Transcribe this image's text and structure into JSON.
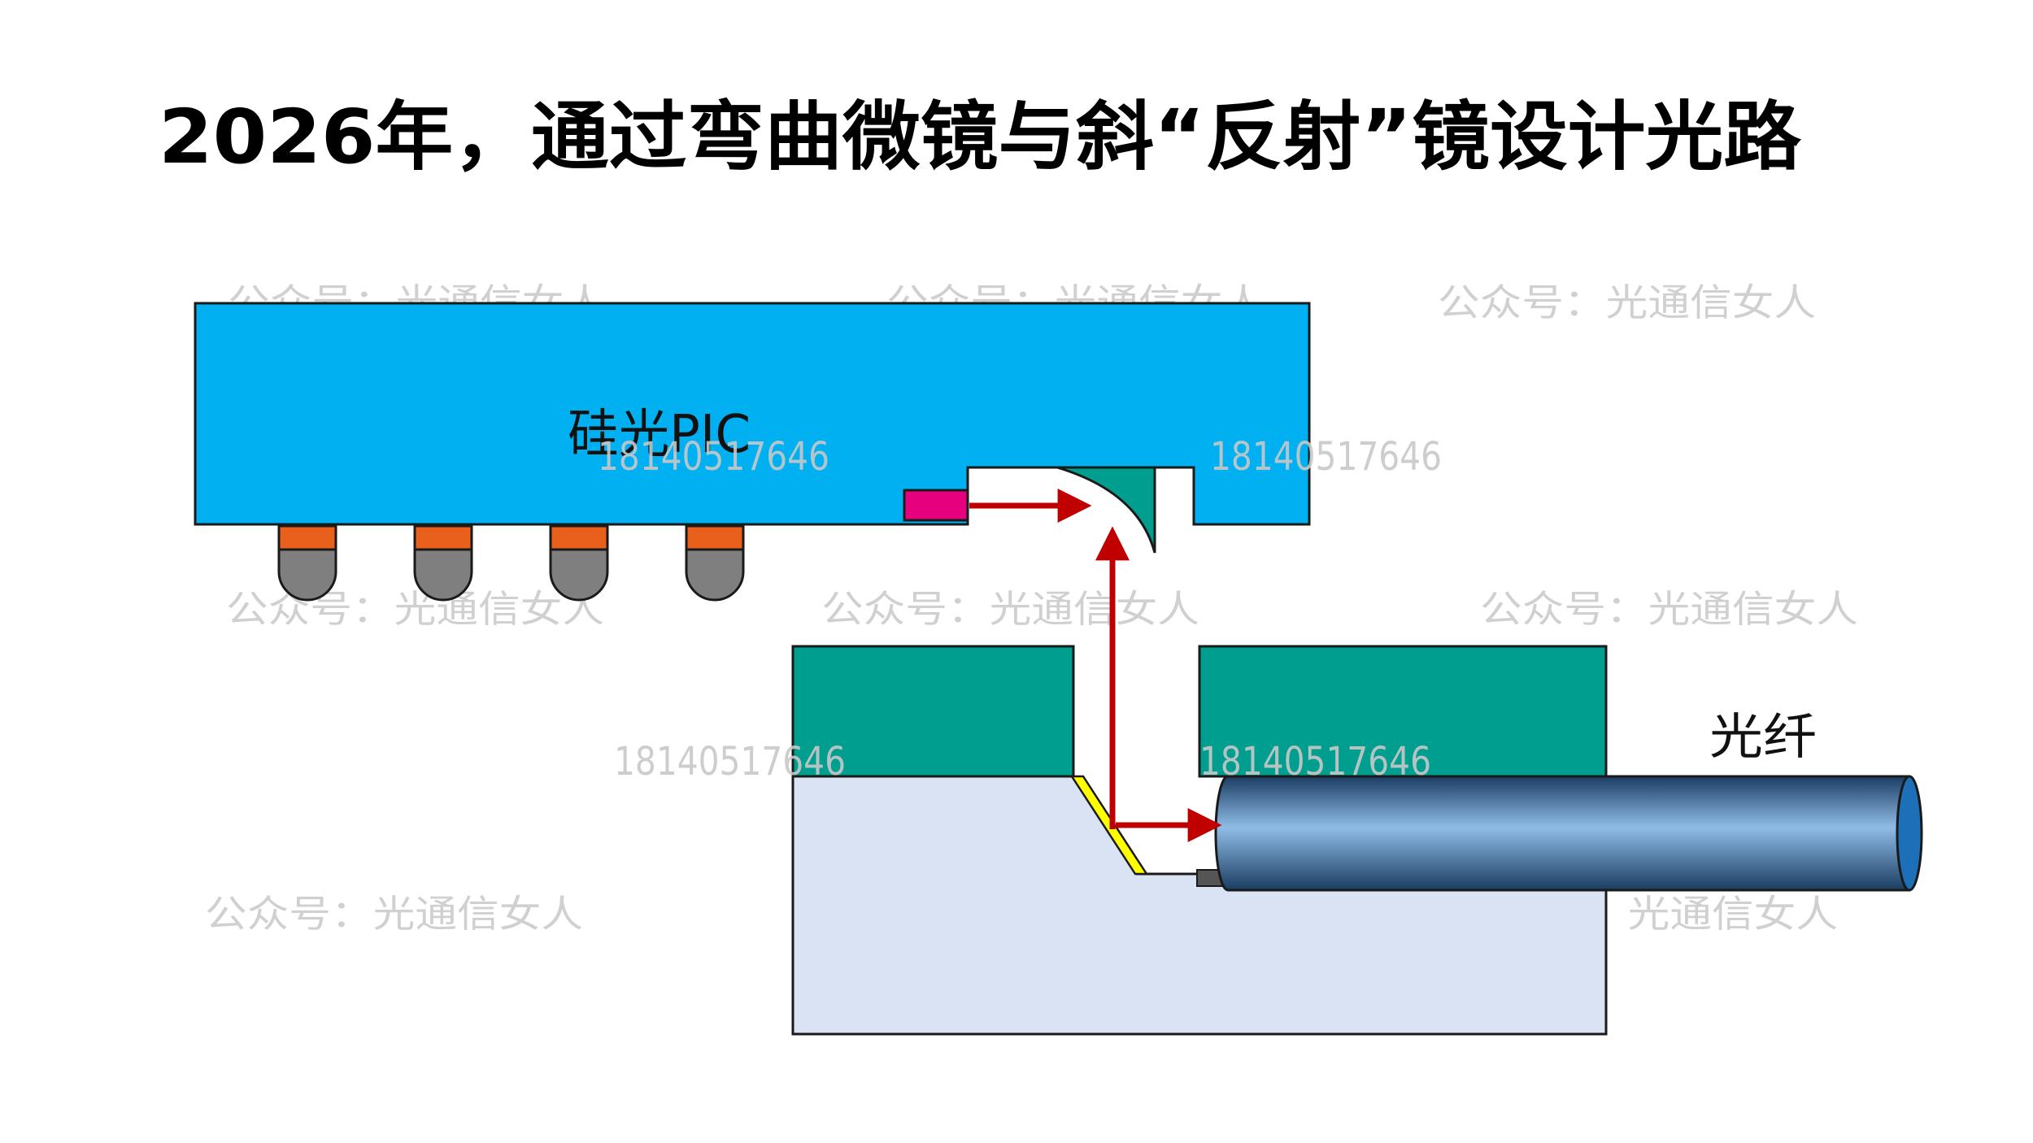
{
  "title": "2026年，通过弯曲微镜与斜“反射”镜设计光路",
  "labels": {
    "pic": "硅光PIC",
    "fiber": "光纤"
  },
  "watermarks": {
    "account": "公众号：光通信女人",
    "phone": "18140517646"
  },
  "colors": {
    "pic_body": "#00b0f0",
    "bump_pad": "#e8601c",
    "bump_ball": "#7f7f7f",
    "laser_pad": "#e6007e",
    "curved_mirror": "#009e8f",
    "substrate_cap": "#009e8f",
    "substrate_base": "#dae3f3",
    "tilted_mirror": "#ffff00",
    "light_path": "#c00000",
    "fiber": "#1f5a96",
    "watermark": "#d0d0d0"
  }
}
